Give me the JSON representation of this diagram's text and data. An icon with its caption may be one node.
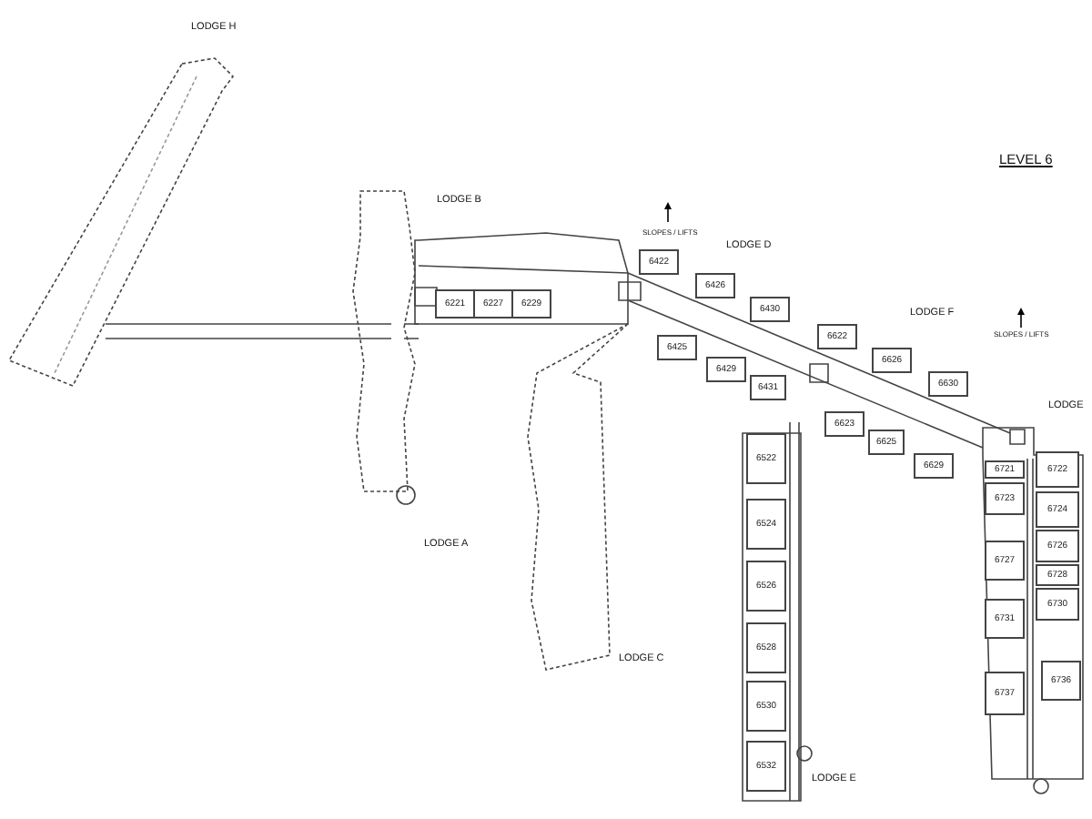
{
  "diagram": {
    "nodes": [
      {
        "text": [
          "6221"
        ]
      },
      {
        "text": [
          "6227"
        ]
      },
      {
        "text": [
          "6229"
        ]
      },
      {
        "text": [
          "6422"
        ]
      },
      {
        "text": [
          "6426"
        ]
      },
      {
        "text": [
          "6430"
        ]
      },
      {
        "text": [
          "6425"
        ]
      },
      {
        "text": [
          "6429"
        ]
      },
      {
        "text": [
          "6431"
        ]
      },
      {
        "text": [
          "6622"
        ]
      },
      {
        "text": [
          "6626"
        ]
      },
      {
        "text": [
          "6630"
        ]
      },
      {
        "text": [
          "6623"
        ]
      },
      {
        "text": [
          "6625"
        ]
      },
      {
        "text": [
          "6629"
        ]
      },
      {
        "text": [
          "6721"
        ]
      },
      {
        "text": [
          "6722"
        ]
      },
      {
        "text": [
          "6723"
        ]
      },
      {
        "text": [
          "6724"
        ]
      },
      {
        "text": [
          "6522"
        ]
      },
      {
        "text": [
          "6726"
        ]
      },
      {
        "text": [
          "6524"
        ]
      },
      {
        "text": [
          "6727"
        ]
      },
      {
        "text": [
          "6728"
        ]
      },
      {
        "text": [
          "6526"
        ]
      },
      {
        "text": [
          "6730"
        ]
      },
      {
        "text": [
          "6731"
        ]
      },
      {
        "text": [
          "6528"
        ]
      },
      {
        "text": [
          "6736"
        ]
      },
      {
        "text": [
          "6737"
        ]
      },
      {
        "text": [
          "6530"
        ]
      },
      {
        "text": [
          "6532"
        ]
      }
    ],
    "labels": [
      "LODGE H",
      "LEVEL 6",
      "LODGE B",
      "SLOPES / LIFTS",
      "LODGE D",
      "LODGE F",
      "SLOPES / LIFTS",
      "LODGE",
      "LODGE A",
      "LODGE C",
      "LODGE E"
    ]
  }
}
